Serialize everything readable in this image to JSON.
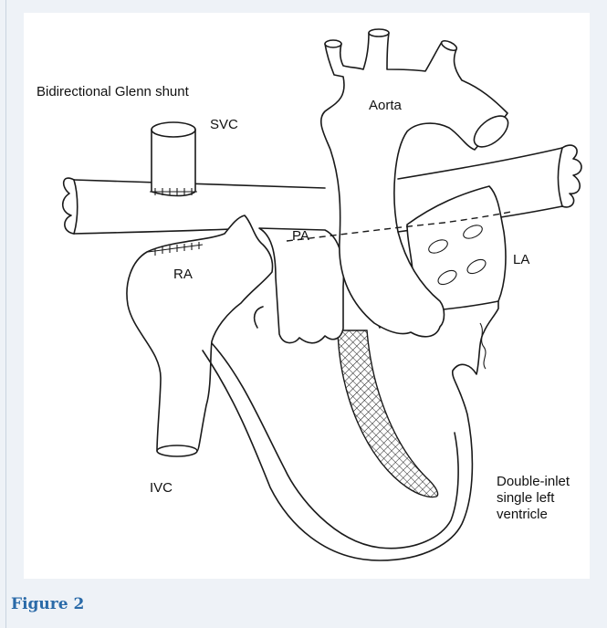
{
  "figure": {
    "caption": "Figure 2",
    "labels": {
      "title": "Bidirectional Glenn shunt",
      "svc": "SVC",
      "aorta": "Aorta",
      "pa": "PA",
      "ra": "RA",
      "la": "LA",
      "ivc": "IVC",
      "ventricle": "Double-inlet single left ventricle"
    }
  }
}
